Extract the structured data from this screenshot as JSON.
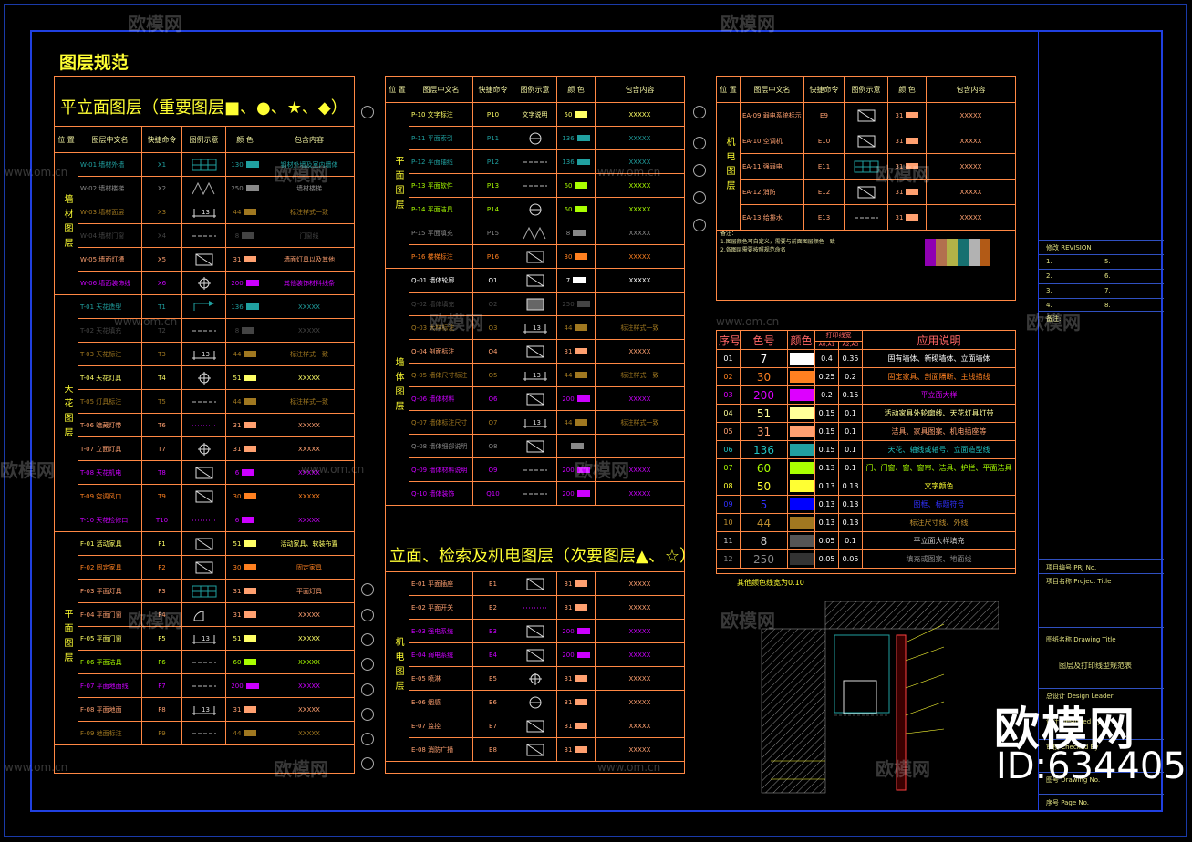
{
  "page_title": "图层规范",
  "panel_left_title": "平立面图层（重要图层■、●、★、◆）",
  "panel_mid_bottom_title": "立面、检索及机电图层（次要图层▲、☆）",
  "headers": [
    "位 置",
    "图层中文名",
    "快捷命令",
    "图例示意",
    "颜 色",
    "包含内容"
  ],
  "left_groups": [
    {
      "pos": "墙材图层",
      "rows": [
        {
          "cn": "W-01 墙材外墙",
          "cmd": "X1",
          "color": "#20a0a0",
          "cnum": "130",
          "desc": "钢材外墙及室内墙体",
          "sym": "grid"
        },
        {
          "cn": "W-02 墙材楼梯",
          "cmd": "X2",
          "color": "#888888",
          "cnum": "250",
          "desc": "墙材楼梯",
          "sym": "hatch"
        },
        {
          "cn": "W-03 墙材面层",
          "cmd": "X3",
          "color": "#a07820",
          "cnum": "44",
          "desc": "标注样式一致",
          "sym": "dim"
        },
        {
          "cn": "W-04 墙材门窗",
          "cmd": "X4",
          "color": "#444444",
          "cnum": "8",
          "desc": "门窗线",
          "sym": "line"
        },
        {
          "cn": "W-05 墙面灯槽",
          "cmd": "X5",
          "color": "#ffa070",
          "cnum": "31",
          "desc": "墙面灯具以及其他",
          "sym": "box"
        },
        {
          "cn": "W-06 墙面装饰线",
          "cmd": "X6",
          "color": "#cc00ff",
          "cnum": "200",
          "desc": "其他装饰材料线条",
          "sym": "cross"
        }
      ]
    },
    {
      "pos": "天花图层",
      "rows": [
        {
          "cn": "T-01 天花造型",
          "cmd": "T1",
          "color": "#20a0a0",
          "cnum": "136",
          "desc": "XXXXX",
          "sym": "arrow"
        },
        {
          "cn": "T-02 天花填充",
          "cmd": "T2",
          "color": "#444444",
          "cnum": "8",
          "desc": "XXXXX",
          "sym": "line"
        },
        {
          "cn": "T-03 天花标注",
          "cmd": "T3",
          "color": "#a07820",
          "cnum": "44",
          "desc": "标注样式一致",
          "sym": "dim"
        },
        {
          "cn": "T-04 天花灯具",
          "cmd": "T4",
          "color": "#ffff66",
          "cnum": "51",
          "desc": "XXXXX",
          "sym": "cross"
        },
        {
          "cn": "T-05 灯具标注",
          "cmd": "T5",
          "color": "#a07820",
          "cnum": "44",
          "desc": "标注样式一致",
          "sym": "line"
        },
        {
          "cn": "T-06 暗藏灯带",
          "cmd": "T6",
          "color": "#ffa070",
          "cnum": "31",
          "desc": "XXXXX",
          "sym": "dots"
        },
        {
          "cn": "T-07 立面灯具",
          "cmd": "T7",
          "color": "#ffa070",
          "cnum": "31",
          "desc": "XXXXX",
          "sym": "cross"
        },
        {
          "cn": "T-08 天花机电",
          "cmd": "T8",
          "color": "#cc00ff",
          "cnum": "6",
          "desc": "XXXXX",
          "sym": "box"
        },
        {
          "cn": "T-09 空调风口",
          "cmd": "T9",
          "color": "#ff8020",
          "cnum": "30",
          "desc": "XXXXX",
          "sym": "box"
        },
        {
          "cn": "T-10 天花检修口",
          "cmd": "T10",
          "color": "#cc00ff",
          "cnum": "6",
          "desc": "XXXXX",
          "sym": "dots"
        }
      ]
    },
    {
      "pos": "平面图层",
      "rows": [
        {
          "cn": "F-01 活动家具",
          "cmd": "F1",
          "color": "#ffff66",
          "cnum": "51",
          "desc": "活动家具、软装布置",
          "sym": "box"
        },
        {
          "cn": "F-02 固定家具",
          "cmd": "F2",
          "color": "#ff8020",
          "cnum": "30",
          "desc": "固定家具",
          "sym": "box"
        },
        {
          "cn": "F-03 平面灯具",
          "cmd": "F3",
          "color": "#ffa070",
          "cnum": "31",
          "desc": "平面灯具",
          "sym": "grid"
        },
        {
          "cn": "F-04 平面门窗",
          "cmd": "F4",
          "color": "#ffa070",
          "cnum": "31",
          "desc": "XXXXX",
          "sym": "arc"
        },
        {
          "cn": "F-05 平面门窗",
          "cmd": "F5",
          "color": "#ffff66",
          "cnum": "51",
          "desc": "XXXXX",
          "sym": "dim"
        },
        {
          "cn": "F-06 平面洁具",
          "cmd": "F6",
          "color": "#aaff00",
          "cnum": "60",
          "desc": "XXXXX",
          "sym": "line"
        },
        {
          "cn": "F-07 平面地面线",
          "cmd": "F7",
          "color": "#cc00ff",
          "cnum": "200",
          "desc": "XXXXX",
          "sym": "line"
        },
        {
          "cn": "F-08 平面地面",
          "cmd": "F8",
          "color": "#ffa070",
          "cnum": "31",
          "desc": "XXXXX",
          "sym": "dim"
        },
        {
          "cn": "F-09 地面标注",
          "cmd": "F9",
          "color": "#a07820",
          "cnum": "44",
          "desc": "XXXXX",
          "sym": "line"
        }
      ]
    }
  ],
  "mid_groups": [
    {
      "pos": "平面图层",
      "rows": [
        {
          "cn": "P-10 文字标注",
          "cmd": "P10",
          "color": "#ffff66",
          "cnum": "50",
          "desc": "XXXXX",
          "sym": "文字说明"
        },
        {
          "cn": "P-11 平面索引",
          "cmd": "P11",
          "color": "#20a0a0",
          "cnum": "136",
          "desc": "XXXXX",
          "sym": "circle"
        },
        {
          "cn": "P-12 平面轴线",
          "cmd": "P12",
          "color": "#20a0a0",
          "cnum": "136",
          "desc": "XXXXX",
          "sym": "line"
        },
        {
          "cn": "P-13 平面软件",
          "cmd": "P13",
          "color": "#aaff00",
          "cnum": "60",
          "desc": "XXXXX",
          "sym": "line"
        },
        {
          "cn": "P-14 平面洁具",
          "cmd": "P14",
          "color": "#aaff00",
          "cnum": "60",
          "desc": "XXXXX",
          "sym": "circle"
        },
        {
          "cn": "P-15 平面填充",
          "cmd": "P15",
          "color": "#888888",
          "cnum": "8",
          "desc": "XXXXX",
          "sym": "hatch"
        },
        {
          "cn": "P-16 楼梯标注",
          "cmd": "P16",
          "color": "#ff8020",
          "cnum": "30",
          "desc": "XXXXX",
          "sym": "box"
        }
      ]
    },
    {
      "pos": "墙体图层",
      "rows": [
        {
          "cn": "Q-01 墙体轮廓",
          "cmd": "Q1",
          "color": "#ffffff",
          "cnum": "7",
          "desc": "XXXXX",
          "sym": "box"
        },
        {
          "cn": "Q-02 墙体填充",
          "cmd": "Q2",
          "color": "#444444",
          "cnum": "250",
          "desc": "",
          "sym": "fill"
        },
        {
          "cn": "Q-03 大样标注",
          "cmd": "Q3",
          "color": "#a07820",
          "cnum": "44",
          "desc": "标注样式一致",
          "sym": "dim"
        },
        {
          "cn": "Q-04 剖面标注",
          "cmd": "Q4",
          "color": "#ffa070",
          "cnum": "31",
          "desc": "XXXXX",
          "sym": "box"
        },
        {
          "cn": "Q-05 墙体尺寸标注",
          "cmd": "Q5",
          "color": "#a07820",
          "cnum": "44",
          "desc": "标注样式一致",
          "sym": "dim"
        },
        {
          "cn": "Q-06 墙体材料",
          "cmd": "Q6",
          "color": "#cc00ff",
          "cnum": "200",
          "desc": "XXXXX",
          "sym": "box"
        },
        {
          "cn": "Q-07 墙体标注尺寸",
          "cmd": "Q7",
          "color": "#a07820",
          "cnum": "44",
          "desc": "标注样式一致",
          "sym": "dim"
        },
        {
          "cn": "Q-08 墙体细部说明",
          "cmd": "Q8",
          "color": "#888888",
          "cnum": "",
          "desc": "",
          "sym": "box"
        },
        {
          "cn": "Q-09 墙体材料说明",
          "cmd": "Q9",
          "color": "#cc00ff",
          "cnum": "200",
          "desc": "XXXXX",
          "sym": "line"
        },
        {
          "cn": "Q-10 墙体装饰",
          "cmd": "Q10",
          "color": "#cc00ff",
          "cnum": "200",
          "desc": "XXXXX",
          "sym": "line"
        }
      ]
    }
  ],
  "mid_bottom_groups": [
    {
      "pos": "机电图层",
      "rows": [
        {
          "cn": "E-01 平面插座",
          "cmd": "E1",
          "color": "#ffa070",
          "cnum": "31",
          "desc": "XXXXX",
          "sym": "box"
        },
        {
          "cn": "E-02 平面开关",
          "cmd": "E2",
          "color": "#ffa070",
          "cnum": "31",
          "desc": "XXXXX",
          "sym": "dots"
        },
        {
          "cn": "E-03 强电系统",
          "cmd": "E3",
          "color": "#cc00ff",
          "cnum": "200",
          "desc": "XXXXX",
          "sym": "box"
        },
        {
          "cn": "E-04 弱电系统",
          "cmd": "E4",
          "color": "#cc00ff",
          "cnum": "200",
          "desc": "XXXXX",
          "sym": "box"
        },
        {
          "cn": "E-05 喷淋",
          "cmd": "E5",
          "color": "#ffa070",
          "cnum": "31",
          "desc": "XXXXX",
          "sym": "cross"
        },
        {
          "cn": "E-06 烟感",
          "cmd": "E6",
          "color": "#ffa070",
          "cnum": "31",
          "desc": "XXXXX",
          "sym": "circle"
        },
        {
          "cn": "E-07 监控",
          "cmd": "E7",
          "color": "#ffa070",
          "cnum": "31",
          "desc": "XXXXX",
          "sym": "box"
        },
        {
          "cn": "E-08 消防广播",
          "cmd": "E8",
          "color": "#ffa070",
          "cnum": "31",
          "desc": "XXXXX",
          "sym": "box"
        }
      ]
    }
  ],
  "right_groups": [
    {
      "pos": "机电图层",
      "rows": [
        {
          "cn": "EA-09 弱电系统标示",
          "cmd": "E9",
          "color": "#ffa070",
          "cnum": "31",
          "desc": "XXXXX",
          "sym": "box"
        },
        {
          "cn": "EA-10 空调机",
          "cmd": "E10",
          "color": "#ffa070",
          "cnum": "31",
          "desc": "XXXXX",
          "sym": "box"
        },
        {
          "cn": "EA-11 强弱电",
          "cmd": "E11",
          "color": "#ffa070",
          "cnum": "31",
          "desc": "XXXXX",
          "sym": "grid"
        },
        {
          "cn": "EA-12 消防",
          "cmd": "E12",
          "color": "#ffa070",
          "cnum": "31",
          "desc": "XXXXX",
          "sym": "box"
        },
        {
          "cn": "EA-13 给排水",
          "cmd": "E13",
          "color": "#ffa070",
          "cnum": "31",
          "desc": "XXXXX",
          "sym": "line"
        }
      ]
    }
  ],
  "right_notes_label": "备注：",
  "right_notes": [
    "1.图层颜色可自定义，需要与前面图层颜色一致",
    "2.各图层需要按照规范命名"
  ],
  "color_table": {
    "headers": [
      "序号",
      "色号",
      "颜色",
      "打印线宽",
      "应用说明"
    ],
    "subheaders": [
      "A0,A1",
      "A2,A3"
    ],
    "rows": [
      {
        "no": "01",
        "num": "7",
        "hex": "#ffffff",
        "w1": "0.4",
        "w2": "0.35",
        "use": "固有墙体、新砌墙体、立面墙体",
        "usecolor": "#ffffff",
        "numcolor": "#ffffff"
      },
      {
        "no": "02",
        "num": "30",
        "hex": "#ff8020",
        "w1": "0.25",
        "w2": "0.2",
        "use": "固定家具、剖面隔断、主线描线",
        "usecolor": "#ff8020",
        "numcolor": "#ff8020"
      },
      {
        "no": "03",
        "num": "200",
        "hex": "#dd00ff",
        "w1": "0.2",
        "w2": "0.15",
        "use": "平立面大样",
        "usecolor": "#dd00ff",
        "numcolor": "#dd00ff"
      },
      {
        "no": "04",
        "num": "51",
        "hex": "#ffff99",
        "w1": "0.15",
        "w2": "0.1",
        "use": "活动家具外轮廓线、天花灯具灯带",
        "usecolor": "#ffff99",
        "numcolor": "#ffff99"
      },
      {
        "no": "05",
        "num": "31",
        "hex": "#ffa070",
        "w1": "0.15",
        "w2": "0.1",
        "use": "洁具、家具图案、机电插座等",
        "usecolor": "#ffa070",
        "numcolor": "#ffa070"
      },
      {
        "no": "06",
        "num": "136",
        "hex": "#20a0a0",
        "w1": "0.15",
        "w2": "0.1",
        "use": "天花、轴线或轴号、立面造型线",
        "usecolor": "#20c0c0",
        "numcolor": "#20c0c0"
      },
      {
        "no": "07",
        "num": "60",
        "hex": "#aaff00",
        "w1": "0.13",
        "w2": "0.1",
        "use": "门、门窗、窗、窗帘、洁具、护栏、平面洁具",
        "usecolor": "#aaff00",
        "numcolor": "#aaff00"
      },
      {
        "no": "08",
        "num": "50",
        "hex": "#ffff33",
        "w1": "0.13",
        "w2": "0.13",
        "use": "文字颜色",
        "usecolor": "#ffff33",
        "numcolor": "#ffff33"
      },
      {
        "no": "09",
        "num": "5",
        "hex": "#0000ff",
        "w1": "0.13",
        "w2": "0.13",
        "use": "图框、标题符号",
        "usecolor": "#3030ff",
        "numcolor": "#3030ff"
      },
      {
        "no": "10",
        "num": "44",
        "hex": "#a07820",
        "w1": "0.13",
        "w2": "0.13",
        "use": "标注尺寸线、外线",
        "usecolor": "#c09030",
        "numcolor": "#c09030"
      },
      {
        "no": "11",
        "num": "8",
        "hex": "#555555",
        "w1": "0.05",
        "w2": "0.1",
        "use": "平立面大样填充",
        "usecolor": "#cccccc",
        "numcolor": "#cccccc"
      },
      {
        "no": "12",
        "num": "250",
        "hex": "#333333",
        "w1": "0.05",
        "w2": "0.05",
        "use": "填充或图案、地面线",
        "usecolor": "#888888",
        "numcolor": "#888888"
      }
    ],
    "footnote": "其他颜色线宽为0.10"
  },
  "title_block": {
    "revision_label": "修改 REVISION",
    "rev_numbers": [
      "1.",
      "5.",
      "2.",
      "6.",
      "3.",
      "7.",
      "4.",
      "8."
    ],
    "notes_label": "备注:",
    "project_no": "项目编号  PRJ No.",
    "project_name": "项目名称  Project Title",
    "drawing_name": "图纸名称  Drawing Title",
    "drawing_title": "图层及打印线型规范表",
    "designer": "总设计 Design Leader",
    "drawn_by": "设计 Designed By",
    "checked": "审核 Checked By",
    "drawing_no": "图号 Drawing No.",
    "page_no": "序号  Page No."
  },
  "brand": "欧模网",
  "brand_id": "ID:634405",
  "watermark_text": "欧模网",
  "watermark_url": "www.om.cn"
}
